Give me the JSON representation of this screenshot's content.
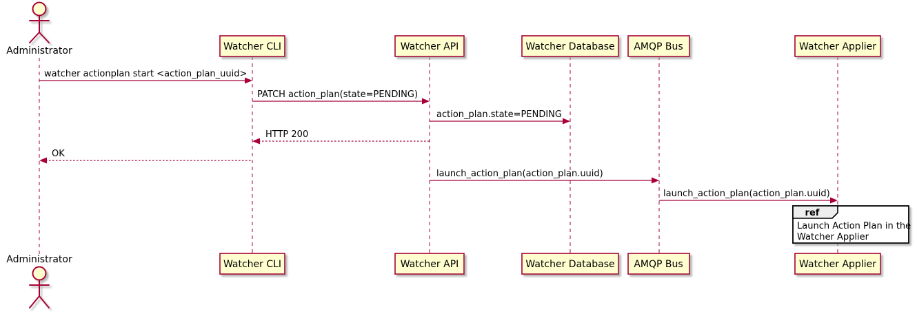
{
  "colors": {
    "accent": "#A80036",
    "participant_fill": "#FEFECE",
    "ref_header_fill": "#EEEEEE",
    "text": "#000000",
    "background": "#FFFFFF"
  },
  "actor": {
    "name": "Administrator"
  },
  "participants": [
    {
      "label": "Watcher CLI"
    },
    {
      "label": "Watcher API"
    },
    {
      "label": "Watcher Database"
    },
    {
      "label": "AMQP Bus"
    },
    {
      "label": "Watcher Applier"
    }
  ],
  "messages": [
    {
      "from": "Administrator",
      "to": "Watcher CLI",
      "label": "watcher actionplan start <action_plan_uuid>",
      "line": "solid"
    },
    {
      "from": "Watcher CLI",
      "to": "Watcher API",
      "label": "PATCH action_plan(state=PENDING)",
      "line": "solid"
    },
    {
      "from": "Watcher API",
      "to": "Watcher Database",
      "label": "action_plan.state=PENDING",
      "line": "solid"
    },
    {
      "from": "Watcher API",
      "to": "Watcher CLI",
      "label": "HTTP 200",
      "line": "dashed"
    },
    {
      "from": "Watcher CLI",
      "to": "Administrator",
      "label": "OK",
      "line": "dashed"
    },
    {
      "from": "Watcher API",
      "to": "AMQP Bus",
      "label": "launch_action_plan(action_plan.uuid)",
      "line": "solid"
    },
    {
      "from": "AMQP Bus",
      "to": "Watcher Applier",
      "label": "launch_action_plan(action_plan.uuid)",
      "line": "solid"
    }
  ],
  "ref_fragment": {
    "keyword": "ref",
    "lines": [
      "Launch Action Plan in the",
      "Watcher Applier"
    ]
  }
}
